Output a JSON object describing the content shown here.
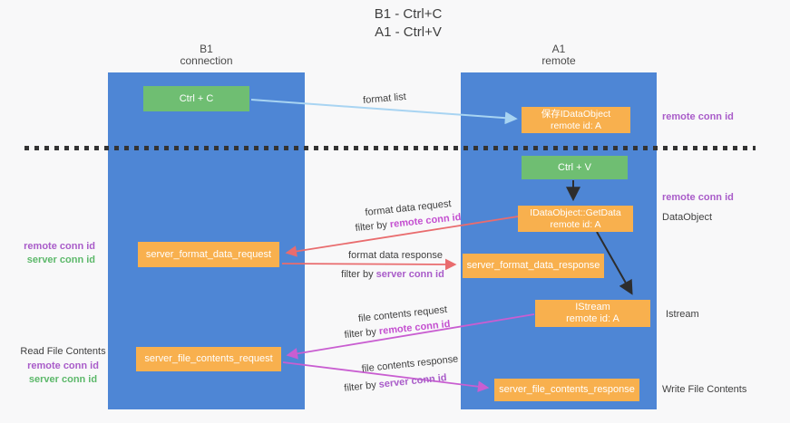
{
  "title": {
    "line1": "B1 - Ctrl+C",
    "line2": "A1 - Ctrl+V"
  },
  "columns": {
    "left": {
      "name": "B1",
      "subtitle": "connection"
    },
    "right": {
      "name": "A1",
      "subtitle": "remote"
    }
  },
  "boxes": {
    "ctrl_c": "Ctrl + C",
    "ctrl_v": "Ctrl + V",
    "save_dataobject": {
      "line1": "保存IDataObject",
      "line2": "remote id: A"
    },
    "getdata": {
      "line1": "IDataObject::GetData",
      "line2": "remote id: A"
    },
    "istream": {
      "line1": "IStream",
      "line2": "remote id: A"
    },
    "format_request": "server_format_data_request",
    "format_response": "server_format_data_response",
    "file_request": "server_file_contents_request",
    "file_response": "server_file_contents_response"
  },
  "side_labels": {
    "remote_conn_top": "remote conn id",
    "remote_conn_mid": "remote conn id",
    "dataobject": "DataObject",
    "istream": "Istream",
    "write_file": "Write File Contents",
    "read_file": "Read File Contents",
    "left_remote_1": "remote conn id",
    "left_server_1": "server conn id",
    "left_remote_2": "remote conn id",
    "left_server_2": "server conn id"
  },
  "arrow_labels": {
    "format_list": "format list",
    "format_data_request": "format data request",
    "filter_remote_1": {
      "prefix": "filter by",
      "key": "remote conn id"
    },
    "format_data_response": "format data response",
    "filter_server_1": {
      "prefix": "filter by",
      "key": "server conn id"
    },
    "file_contents_request": "file contents request",
    "filter_remote_2": {
      "prefix": "filter by",
      "key": "remote conn id"
    },
    "file_contents_response": "file contents response",
    "filter_server_2": {
      "prefix": "filter by",
      "key": "server conn id"
    }
  },
  "colors": {
    "background": "#f8f8f9",
    "column_blue": "#4e86d5",
    "box_green": "#6fbe72",
    "box_orange": "#f8b04e",
    "purple_label": "#a95cc9",
    "magenta_label": "#c44fd0",
    "green_label": "#5cb86a",
    "salmon_arrow": "#e96c6e",
    "magenta_arrow": "#c95ed1",
    "lightblue_arrow": "#a8d4f2",
    "black_arrow": "#2d2d2d"
  }
}
